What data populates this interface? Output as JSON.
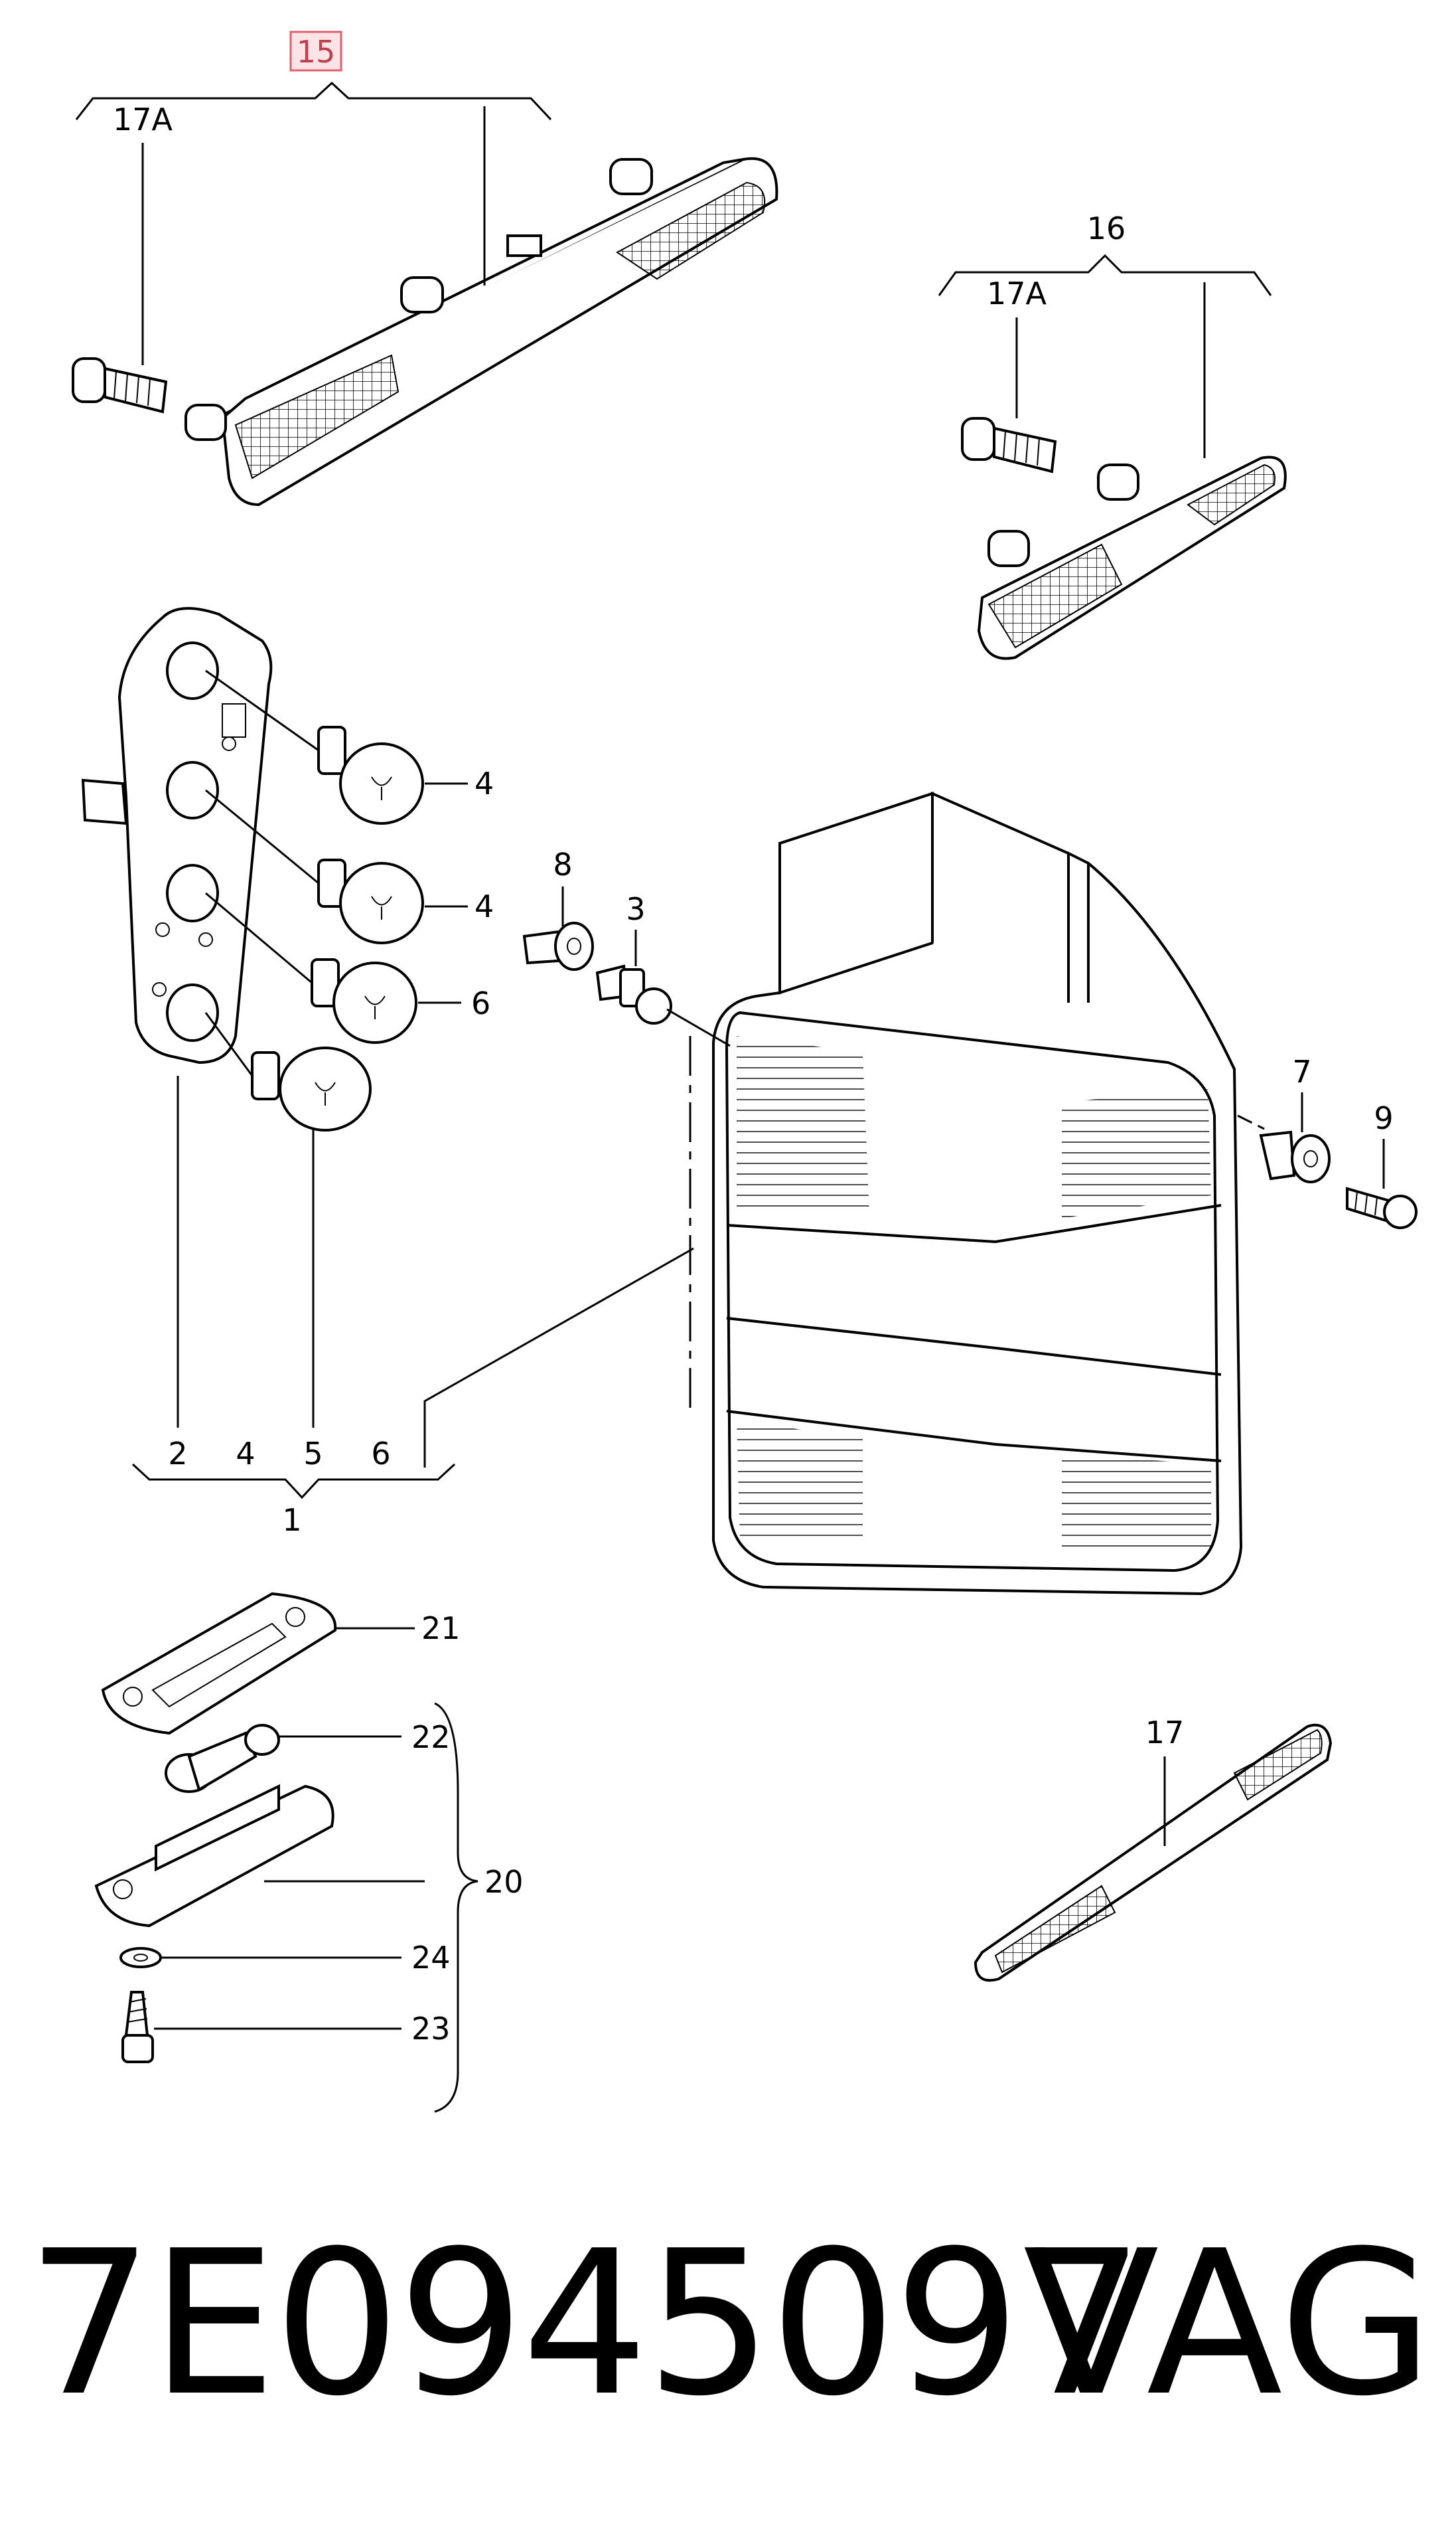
{
  "callouts": {
    "c15": "15",
    "c17a_top": "17A",
    "c16": "16",
    "c17a_right": "17A",
    "c4a": "4",
    "c4b": "4",
    "c6": "6",
    "c8": "8",
    "c3": "3",
    "c7": "7",
    "c9": "9",
    "g2": "2",
    "g4": "4",
    "g5": "5",
    "g6": "6",
    "c1": "1",
    "c21": "21",
    "c22": "22",
    "c20": "20",
    "c24": "24",
    "c23": "23",
    "c17": "17"
  },
  "footer": {
    "part_number": "7E0945097",
    "brand": "VAG"
  },
  "colors": {
    "highlight_box": "#e06070",
    "highlight_fill": "#fbe3e6"
  }
}
